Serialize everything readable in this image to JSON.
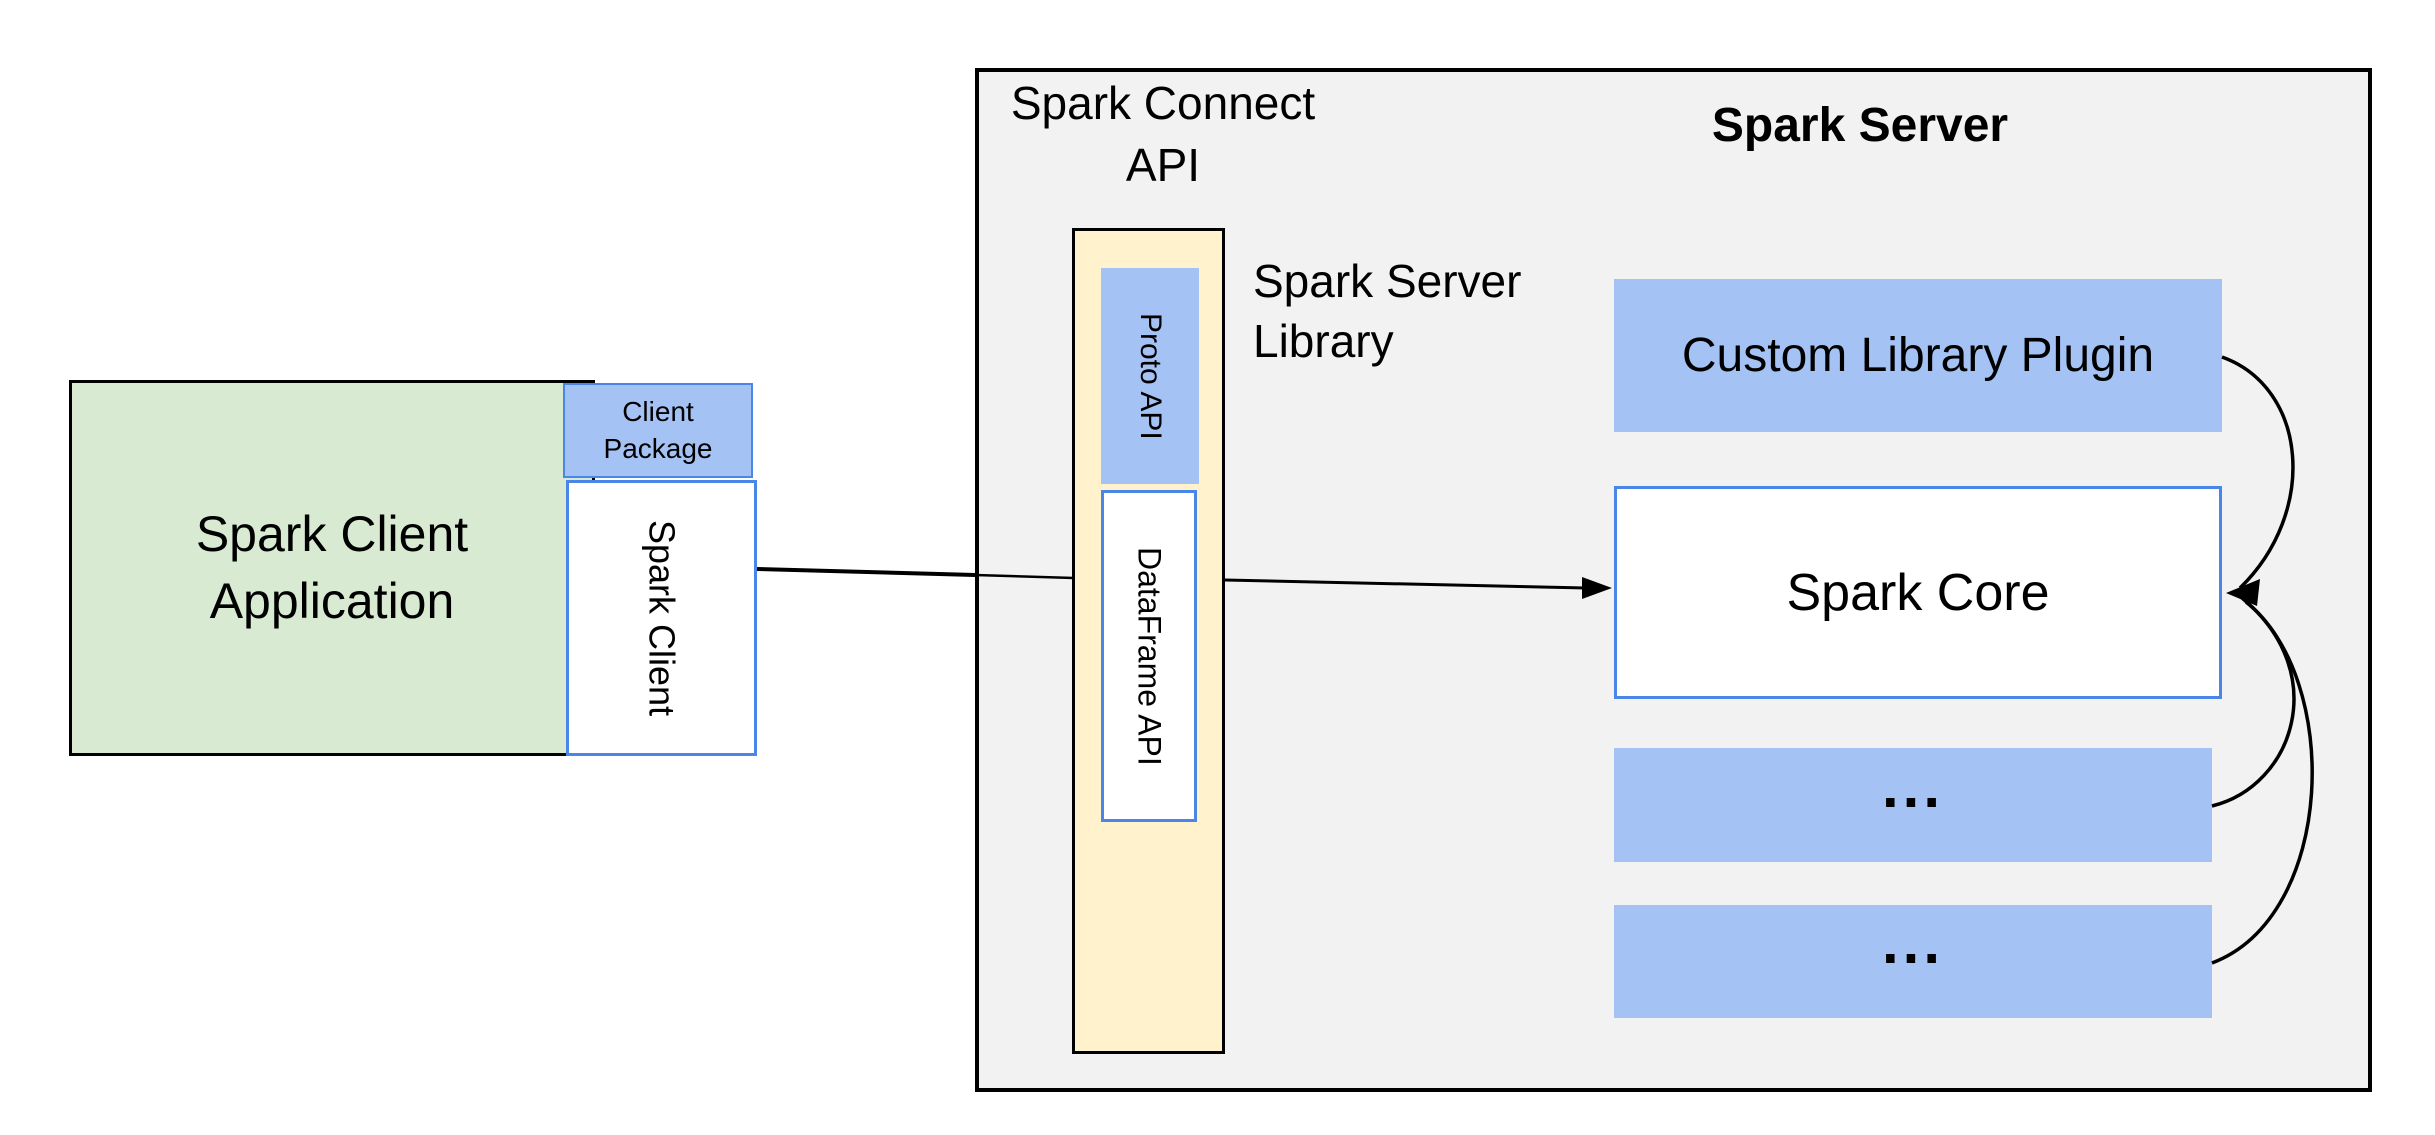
{
  "colors": {
    "box_blue": "#a4c2f4",
    "border_blue": "#4a86e8",
    "green_fill": "#d9ead3",
    "yellow_fill": "#fff2cc",
    "gray_fill": "#f2f2f2",
    "line": "#000000"
  },
  "client_group": {
    "application_label": "Spark Client Application",
    "package_label": "Client Package",
    "spark_client_label": "Spark Client"
  },
  "connect_api_group": {
    "title": "Spark Connect API",
    "proto_api_label": "Proto API",
    "dataframe_api_label": "DataFrame API",
    "server_library_label": "Spark Server Library"
  },
  "server_group": {
    "title": "Spark Server",
    "plugin_label": "Custom Library Plugin",
    "core_label": "Spark Core",
    "placeholder_1": "...",
    "placeholder_2": "..."
  }
}
